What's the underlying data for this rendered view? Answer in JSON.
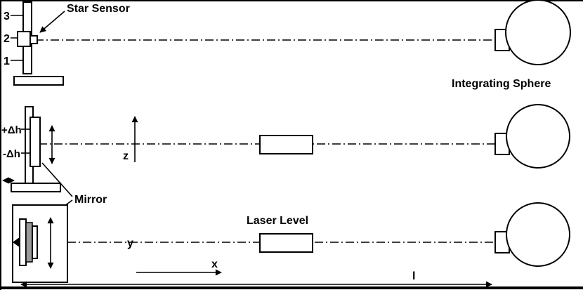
{
  "labels": {
    "star_sensor": "Star Sensor",
    "integrating_sphere": "Integrating Sphere",
    "mirror": "Mirror",
    "laser_level": "Laser Level",
    "position_3": "3",
    "position_2": "2",
    "position_1": "1",
    "delta_h_plus": "+Δh",
    "delta_h_minus": "-Δh",
    "axis_z": "z",
    "axis_y": "y",
    "axis_x": "x",
    "distance_l": "l"
  },
  "colors": {
    "line": "#000000",
    "background": "#ffffff",
    "mirror_glass": "#9a9a9a"
  }
}
